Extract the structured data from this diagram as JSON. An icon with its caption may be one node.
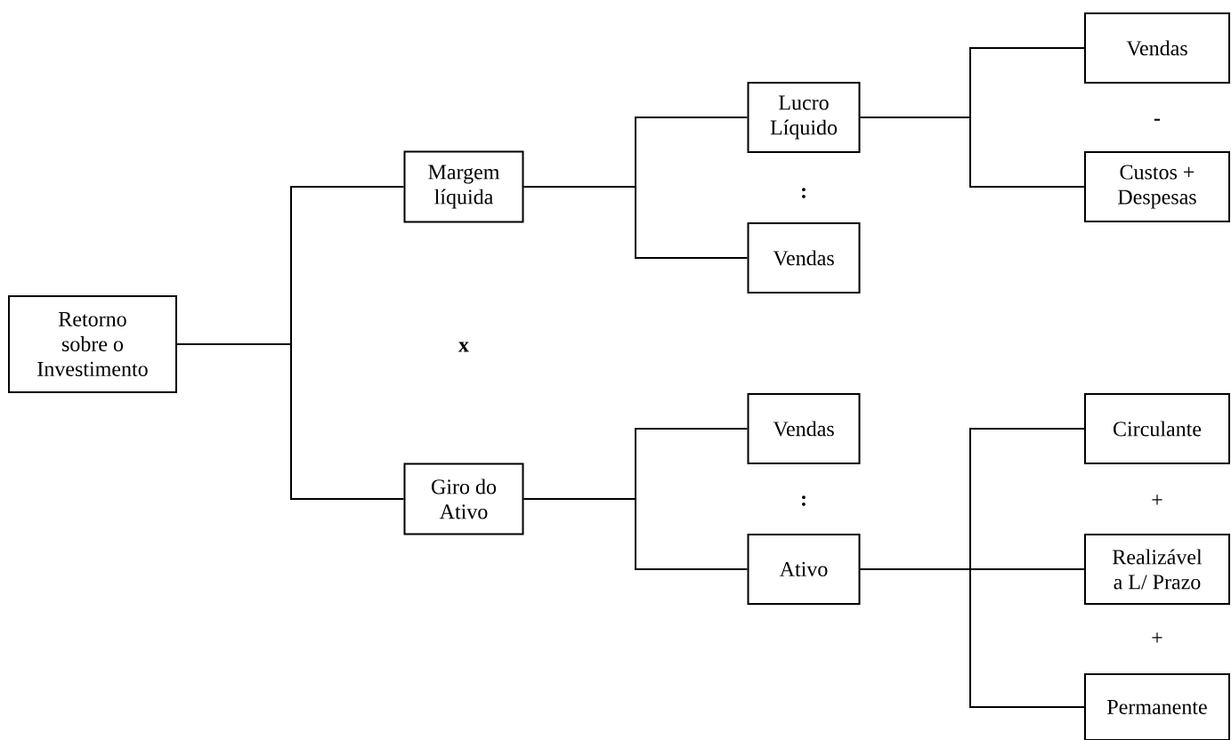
{
  "diagram": {
    "nodes": [
      {
        "text": [
          "Retorno sobre o Investimento"
        ]
      },
      {
        "text": [
          "Margem líquida"
        ]
      },
      {
        "text": [
          "Giro do Ativo"
        ]
      },
      {
        "text": [
          "Lucro Líquido"
        ]
      },
      {
        "text": [
          "Vendas"
        ]
      },
      {
        "text": [
          "Vendas"
        ]
      },
      {
        "text": [
          "Custos + Despesas"
        ]
      },
      {
        "text": [
          "Vendas"
        ]
      },
      {
        "text": [
          "Ativo"
        ]
      },
      {
        "text": [
          "Circulante"
        ]
      },
      {
        "text": [
          "Realizável a L/ Prazo"
        ]
      },
      {
        "text": [
          "Permanente"
        ]
      }
    ],
    "edges": [
      {
        "from": 0,
        "to": 1,
        "arrow": "none"
      },
      {
        "from": 0,
        "to": 2,
        "arrow": "none"
      },
      {
        "from": 1,
        "to": 3,
        "arrow": "none"
      },
      {
        "from": 1,
        "to": 4,
        "arrow": "none"
      },
      {
        "from": 3,
        "to": 5,
        "arrow": "none"
      },
      {
        "from": 3,
        "to": 6,
        "arrow": "none"
      },
      {
        "from": 2,
        "to": 7,
        "arrow": "none"
      },
      {
        "from": 2,
        "to": 8,
        "arrow": "none"
      },
      {
        "from": 8,
        "to": 9,
        "arrow": "none"
      },
      {
        "from": 8,
        "to": 10,
        "arrow": "none"
      },
      {
        "from": 8,
        "to": 11,
        "arrow": "none"
      }
    ],
    "labels": [
      "-",
      ":",
      "x",
      ":",
      "+",
      "+"
    ]
  }
}
